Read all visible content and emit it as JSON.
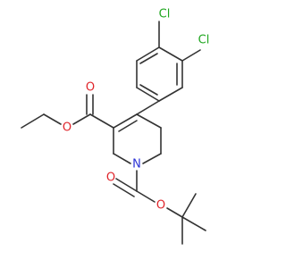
{
  "molecule": {
    "atoms": {
      "cl1": {
        "symbol": "Cl",
        "color": "#1fa61f"
      },
      "cl2": {
        "symbol": "Cl",
        "color": "#1fa61f"
      },
      "o1": {
        "symbol": "O",
        "color": "#e0242a"
      },
      "o2": {
        "symbol": "O",
        "color": "#e0242a"
      },
      "n1": {
        "symbol": "N",
        "color": "#2b32d6"
      },
      "o3": {
        "symbol": "O",
        "color": "#e0242a"
      },
      "o4": {
        "symbol": "O",
        "color": "#e0242a"
      }
    },
    "bond_color": "#333333"
  }
}
